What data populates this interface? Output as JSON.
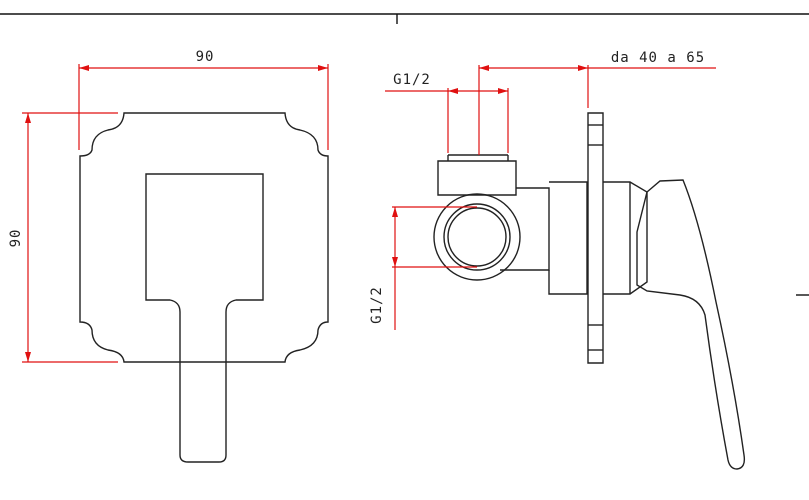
{
  "drawing": {
    "front_view": {
      "width_label": "90",
      "height_label": "90"
    },
    "side_view": {
      "inlet_label_top": "G1/2",
      "inlet_label_side": "G1/2",
      "depth_range_label": "da 40 a 65"
    },
    "colors": {
      "outline": "#222222",
      "dimension": "#e01010"
    }
  }
}
